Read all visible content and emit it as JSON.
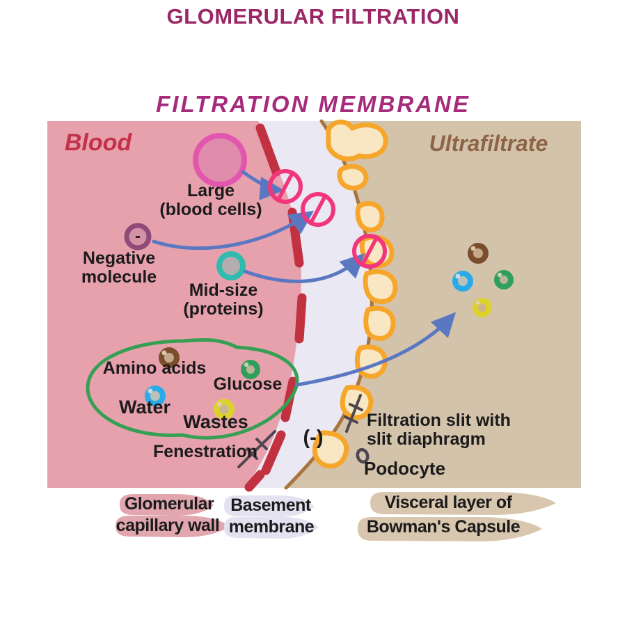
{
  "title": "GLOMERULAR FILTRATION",
  "subtitle": "FILTRATION MEMBRANE",
  "diagram": {
    "blood_label": "Blood",
    "ultrafiltrate_label": "Ultrafiltrate",
    "large": {
      "line1": "Large",
      "line2": "(blood cells)"
    },
    "negative": {
      "line1": "Negative",
      "line2": "molecule",
      "minus_sign": "-"
    },
    "midsize": {
      "line1": "Mid-size",
      "line2": "(proteins)"
    },
    "amino_acids": "Amino acids",
    "glucose": "Glucose",
    "water": "Water",
    "wastes": "Wastes",
    "fenestration": "Fenestration",
    "negative_charge": "(-)",
    "filtration_slit": {
      "line1": "Filtration slit with",
      "line2": "slit diaphragm"
    },
    "podocyte": "Podocyte"
  },
  "legend": {
    "capillary": {
      "line1": "Glomerular",
      "line2": "capillary wall"
    },
    "basement": {
      "line1": "Basement",
      "line2": "membrane"
    },
    "visceral": {
      "line1": "Visceral layer of",
      "line2": "Bowman's Capsule"
    }
  },
  "colors": {
    "title": "#9B2766",
    "subtitle": "#A62B7B",
    "blood_bg": "#E7A1AD",
    "blood_text": "#C23149",
    "basement_bg": "#EAE8F3",
    "ultrafiltrate_bg": "#D3C3AB",
    "ultrafiltrate_text": "#8D6546",
    "capillary_dash": "#C2313F",
    "podocyte_orange": "#F6A62A",
    "podocyte_fill": "#F8E7C2",
    "podocyte_line": "#A9743E",
    "arrow_blue": "#5A78C2",
    "prohibition_pink": "#F2367B",
    "blood_cell_ring": "#E455AF",
    "negative_ring": "#8E4A78",
    "midsize_ring": "#2FBCAE",
    "group_outline_green": "#35A053",
    "molecule_brown": "#7A4E2D",
    "molecule_green": "#2EA05C",
    "molecule_blue": "#29ABE8",
    "molecule_yellow": "#DCD229",
    "capillary_highlight": "#E2A6AE",
    "basement_highlight": "#E4E1F0",
    "visceral_highlight": "#D8C7AE"
  }
}
